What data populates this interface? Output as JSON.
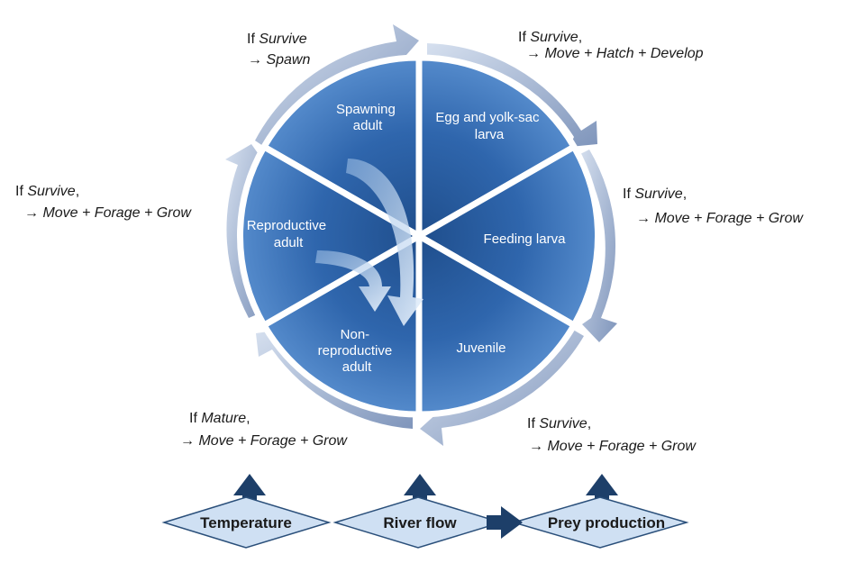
{
  "stages": [
    {
      "id": "spawning",
      "lines": [
        "Spawning",
        "adult"
      ]
    },
    {
      "id": "egg",
      "lines": [
        "Egg and yolk-sac",
        "larva"
      ]
    },
    {
      "id": "feeding",
      "lines": [
        "Feeding larva"
      ]
    },
    {
      "id": "juvenile",
      "lines": [
        "Juvenile"
      ]
    },
    {
      "id": "nonrepro",
      "lines": [
        "Non-",
        "reproductive",
        "adult"
      ]
    },
    {
      "id": "repro",
      "lines": [
        "Reproductive",
        "adult"
      ]
    }
  ],
  "transitions": {
    "spawn": {
      "l1_pre": "If ",
      "l1_cond": "Survive",
      "l1_post": "",
      "l2": "→ Spawn"
    },
    "egg": {
      "l1_pre": "If ",
      "l1_cond": "Survive",
      "l1_post": ",",
      "l2": "→ Move + Hatch + Develop"
    },
    "feeding": {
      "l1_pre": "If ",
      "l1_cond": "Survive",
      "l1_post": ",",
      "l2": "→ Move + Forage + Grow"
    },
    "juvenile": {
      "l1_pre": "If ",
      "l1_cond": "Survive",
      "l1_post": ",",
      "l2": "→ Move + Forage + Grow"
    },
    "mature": {
      "l1_pre": "If ",
      "l1_cond": "Mature",
      "l1_post": ",",
      "l2": "→ Move + Forage + Grow"
    },
    "repro": {
      "l1_pre": "If ",
      "l1_cond": "Survive",
      "l1_post": ",",
      "l2": "→ Move + Forage + Grow"
    }
  },
  "drivers": {
    "temperature": "Temperature",
    "river_flow": "River flow",
    "prey": "Prey production"
  },
  "colors": {
    "segment_light": "#4f86c9",
    "segment_dark": "#1f4e8c",
    "ring_light": "#c9d6ea",
    "ring_dark": "#6f87b0",
    "diamond_fill": "#cfe0f3",
    "diamond_stroke": "#2a4f7a",
    "driver_arrow": "#1d3f69"
  }
}
